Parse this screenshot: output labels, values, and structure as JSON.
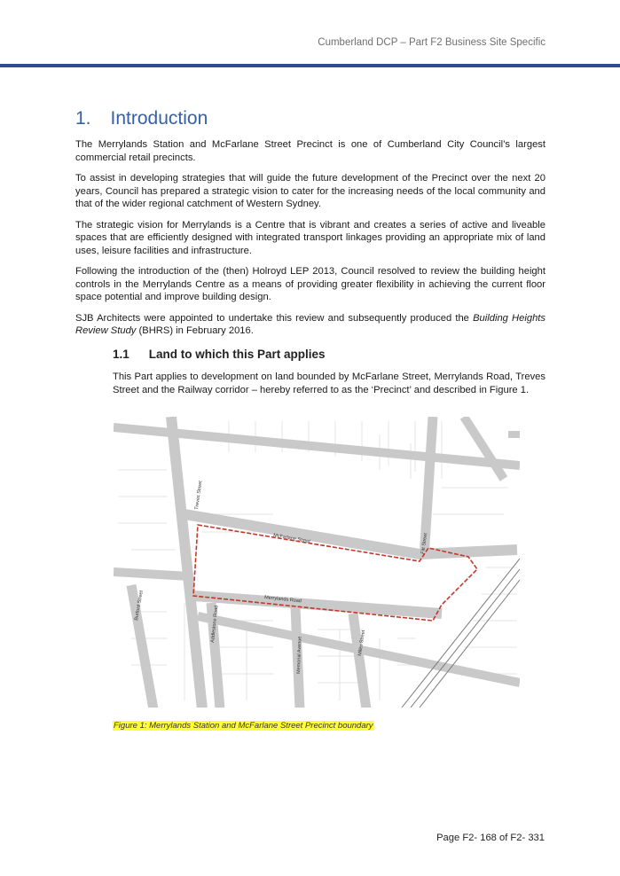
{
  "header": {
    "title": "Cumberland DCP – Part F2 Business Site Specific"
  },
  "section": {
    "number": "1.",
    "title": "Introduction"
  },
  "paragraphs": [
    "The Merrylands Station and McFarlane Street Precinct is one of Cumberland City Council’s largest commercial retail precincts.",
    "To assist in developing strategies that will guide the future development of the Precinct over the next 20 years, Council has prepared a strategic vision to cater for the increasing needs of the local community and that of the wider regional catchment of Western Sydney.",
    "The strategic vision for Merrylands is a Centre that is vibrant and creates a series of active and liveable spaces that are efficiently designed with integrated transport linkages providing an appropriate mix of land uses, leisure facilities and infrastructure.",
    "Following the introduction of the (then) Holroyd LEP 2013, Council resolved to review the building height controls in the Merrylands Centre as a means of providing greater flexibility in achieving the current floor space potential and improve building design."
  ],
  "para5": {
    "before": "SJB Architects were appointed to undertake this review and subsequently produced the ",
    "italic": "Building Heights Review Study",
    "after": " (BHRS) in February 2016."
  },
  "subsection": {
    "number": "1.1",
    "title": "Land to which this Part applies",
    "text": "This Part applies to development on land bounded by McFarlane Street, Merrylands Road, Treves Street and the Railway corridor – hereby referred to as the ‘Precinct’ and described in Figure 1."
  },
  "map": {
    "streets": [
      "Treves Street",
      "McFarlane Street",
      "Fitt Street",
      "Merrylands Road",
      "Burford Street",
      "Addlestone Road",
      "Memorial Avenue",
      "Miller Street"
    ],
    "boundary_color": "#c0392b"
  },
  "figure_caption": "Figure 1: Merrylands Station and McFarlane Street Precinct boundary",
  "footer": {
    "page": "Page F2- 168 of F2- 331"
  }
}
